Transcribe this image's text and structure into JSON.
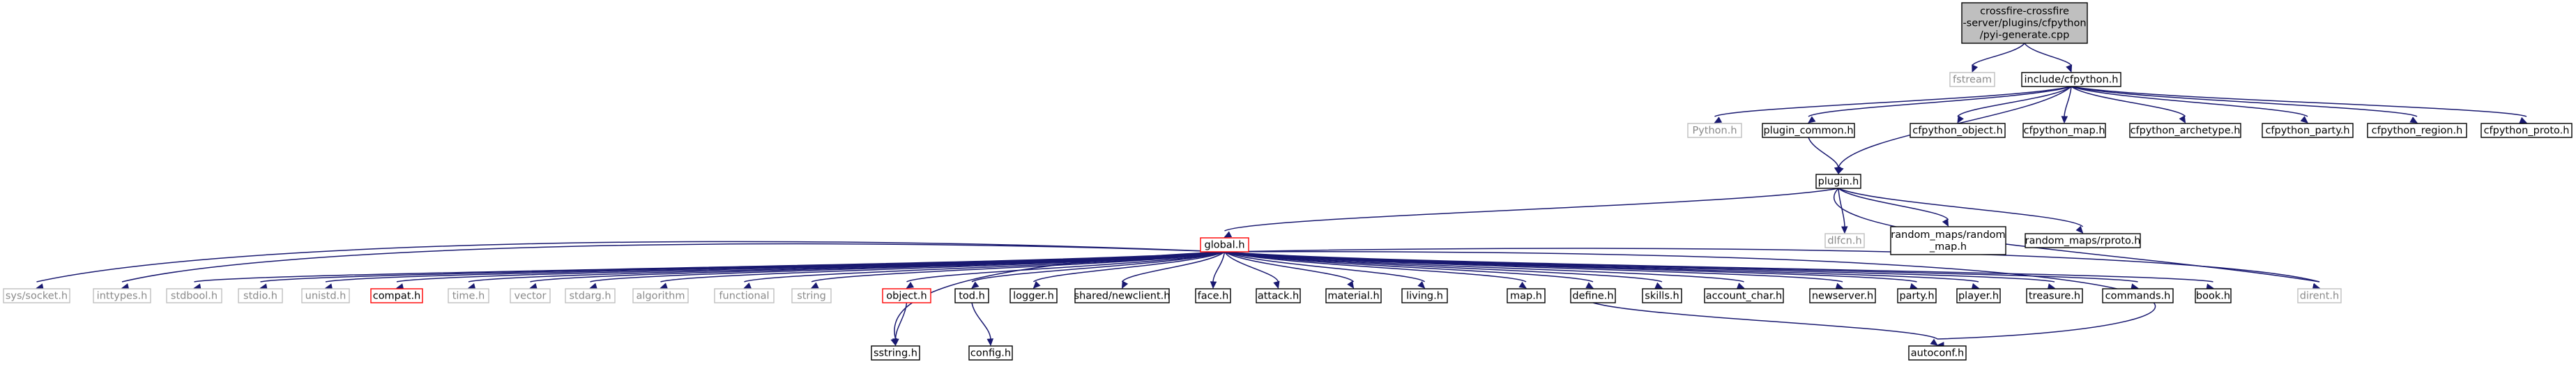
{
  "colors": {
    "edge": "#191970",
    "root_fill": "#bfbfbf",
    "grey_border": "#bfbfbf",
    "red_border": "#ff0000",
    "normal_border": "#000000"
  },
  "graph": {
    "nodes": [
      {
        "id": "root",
        "lines": [
          "crossfire-crossfire",
          "-server/plugins/cfpython",
          "/pyi-generate.cpp"
        ],
        "style": "root"
      },
      {
        "id": "fstream",
        "lines": [
          "fstream"
        ],
        "style": "grey"
      },
      {
        "id": "cfpython_h",
        "lines": [
          "include/cfpython.h"
        ],
        "style": "normal"
      },
      {
        "id": "python_h",
        "lines": [
          "Python.h"
        ],
        "style": "grey"
      },
      {
        "id": "plugin_common_h",
        "lines": [
          "plugin_common.h"
        ],
        "style": "normal"
      },
      {
        "id": "cfpython_object_h",
        "lines": [
          "cfpython_object.h"
        ],
        "style": "normal"
      },
      {
        "id": "cfpython_map_h",
        "lines": [
          "cfpython_map.h"
        ],
        "style": "normal"
      },
      {
        "id": "cfpython_archetype_h",
        "lines": [
          "cfpython_archetype.h"
        ],
        "style": "normal"
      },
      {
        "id": "cfpython_party_h",
        "lines": [
          "cfpython_party.h"
        ],
        "style": "normal"
      },
      {
        "id": "cfpython_region_h",
        "lines": [
          "cfpython_region.h"
        ],
        "style": "normal"
      },
      {
        "id": "cfpython_proto_h",
        "lines": [
          "cfpython_proto.h"
        ],
        "style": "normal"
      },
      {
        "id": "plugin_h",
        "lines": [
          "plugin.h"
        ],
        "style": "normal"
      },
      {
        "id": "global_h",
        "lines": [
          "global.h"
        ],
        "style": "red"
      },
      {
        "id": "dlfcn_h",
        "lines": [
          "dlfcn.h"
        ],
        "style": "grey"
      },
      {
        "id": "random_map_h",
        "lines": [
          "random_maps/random",
          "_map.h"
        ],
        "style": "normal"
      },
      {
        "id": "rproto_h",
        "lines": [
          "random_maps/rproto.h"
        ],
        "style": "normal"
      },
      {
        "id": "sys_socket_h",
        "lines": [
          "sys/socket.h"
        ],
        "style": "grey"
      },
      {
        "id": "inttypes_h",
        "lines": [
          "inttypes.h"
        ],
        "style": "grey"
      },
      {
        "id": "stdbool_h",
        "lines": [
          "stdbool.h"
        ],
        "style": "grey"
      },
      {
        "id": "stdio_h",
        "lines": [
          "stdio.h"
        ],
        "style": "grey"
      },
      {
        "id": "unistd_h",
        "lines": [
          "unistd.h"
        ],
        "style": "grey"
      },
      {
        "id": "compat_h",
        "lines": [
          "compat.h"
        ],
        "style": "red"
      },
      {
        "id": "time_h",
        "lines": [
          "time.h"
        ],
        "style": "grey"
      },
      {
        "id": "vector",
        "lines": [
          "vector"
        ],
        "style": "grey"
      },
      {
        "id": "stdarg_h",
        "lines": [
          "stdarg.h"
        ],
        "style": "grey"
      },
      {
        "id": "algorithm",
        "lines": [
          "algorithm"
        ],
        "style": "grey"
      },
      {
        "id": "functional",
        "lines": [
          "functional"
        ],
        "style": "grey"
      },
      {
        "id": "string",
        "lines": [
          "string"
        ],
        "style": "grey"
      },
      {
        "id": "object_h",
        "lines": [
          "object.h"
        ],
        "style": "red"
      },
      {
        "id": "tod_h",
        "lines": [
          "tod.h"
        ],
        "style": "normal"
      },
      {
        "id": "logger_h",
        "lines": [
          "logger.h"
        ],
        "style": "normal"
      },
      {
        "id": "shared_newclient_h",
        "lines": [
          "shared/newclient.h"
        ],
        "style": "normal"
      },
      {
        "id": "face_h",
        "lines": [
          "face.h"
        ],
        "style": "normal"
      },
      {
        "id": "attack_h",
        "lines": [
          "attack.h"
        ],
        "style": "normal"
      },
      {
        "id": "material_h",
        "lines": [
          "material.h"
        ],
        "style": "normal"
      },
      {
        "id": "living_h",
        "lines": [
          "living.h"
        ],
        "style": "normal"
      },
      {
        "id": "map_h",
        "lines": [
          "map.h"
        ],
        "style": "normal"
      },
      {
        "id": "define_h",
        "lines": [
          "define.h"
        ],
        "style": "normal"
      },
      {
        "id": "skills_h",
        "lines": [
          "skills.h"
        ],
        "style": "normal"
      },
      {
        "id": "account_char_h",
        "lines": [
          "account_char.h"
        ],
        "style": "normal"
      },
      {
        "id": "newserver_h",
        "lines": [
          "newserver.h"
        ],
        "style": "normal"
      },
      {
        "id": "party_h",
        "lines": [
          "party.h"
        ],
        "style": "normal"
      },
      {
        "id": "player_h",
        "lines": [
          "player.h"
        ],
        "style": "normal"
      },
      {
        "id": "treasure_h",
        "lines": [
          "treasure.h"
        ],
        "style": "normal"
      },
      {
        "id": "commands_h",
        "lines": [
          "commands.h"
        ],
        "style": "normal"
      },
      {
        "id": "book_h",
        "lines": [
          "book.h"
        ],
        "style": "normal"
      },
      {
        "id": "dirent_h",
        "lines": [
          "dirent.h"
        ],
        "style": "grey"
      },
      {
        "id": "sstring_h",
        "lines": [
          "sstring.h"
        ],
        "style": "normal"
      },
      {
        "id": "config_h",
        "lines": [
          "config.h"
        ],
        "style": "normal"
      },
      {
        "id": "autoconf_h",
        "lines": [
          "autoconf.h"
        ],
        "style": "normal"
      }
    ],
    "edges": [
      [
        "root",
        "fstream"
      ],
      [
        "root",
        "cfpython_h"
      ],
      [
        "cfpython_h",
        "python_h"
      ],
      [
        "cfpython_h",
        "plugin_common_h"
      ],
      [
        "cfpython_h",
        "plugin_h"
      ],
      [
        "cfpython_h",
        "cfpython_object_h"
      ],
      [
        "cfpython_h",
        "cfpython_map_h"
      ],
      [
        "cfpython_h",
        "cfpython_archetype_h"
      ],
      [
        "cfpython_h",
        "cfpython_party_h"
      ],
      [
        "cfpython_h",
        "cfpython_region_h"
      ],
      [
        "cfpython_h",
        "cfpython_proto_h"
      ],
      [
        "plugin_common_h",
        "plugin_h"
      ],
      [
        "plugin_h",
        "global_h"
      ],
      [
        "plugin_h",
        "dlfcn_h"
      ],
      [
        "plugin_h",
        "random_map_h"
      ],
      [
        "plugin_h",
        "rproto_h"
      ],
      [
        "plugin_h",
        "dirent_h"
      ],
      [
        "global_h",
        "sys_socket_h"
      ],
      [
        "global_h",
        "inttypes_h"
      ],
      [
        "global_h",
        "stdbool_h"
      ],
      [
        "global_h",
        "stdio_h"
      ],
      [
        "global_h",
        "unistd_h"
      ],
      [
        "global_h",
        "compat_h"
      ],
      [
        "global_h",
        "time_h"
      ],
      [
        "global_h",
        "vector"
      ],
      [
        "global_h",
        "stdarg_h"
      ],
      [
        "global_h",
        "algorithm"
      ],
      [
        "global_h",
        "functional"
      ],
      [
        "global_h",
        "string"
      ],
      [
        "global_h",
        "object_h"
      ],
      [
        "global_h",
        "sstring_h"
      ],
      [
        "global_h",
        "tod_h"
      ],
      [
        "global_h",
        "logger_h"
      ],
      [
        "global_h",
        "shared_newclient_h"
      ],
      [
        "global_h",
        "face_h"
      ],
      [
        "global_h",
        "attack_h"
      ],
      [
        "global_h",
        "material_h"
      ],
      [
        "global_h",
        "living_h"
      ],
      [
        "global_h",
        "map_h"
      ],
      [
        "global_h",
        "define_h"
      ],
      [
        "global_h",
        "skills_h"
      ],
      [
        "global_h",
        "account_char_h"
      ],
      [
        "global_h",
        "newserver_h"
      ],
      [
        "global_h",
        "party_h"
      ],
      [
        "global_h",
        "player_h"
      ],
      [
        "global_h",
        "treasure_h"
      ],
      [
        "global_h",
        "commands_h"
      ],
      [
        "global_h",
        "book_h"
      ],
      [
        "global_h",
        "dirent_h"
      ],
      [
        "global_h",
        "autoconf_h"
      ],
      [
        "object_h",
        "sstring_h"
      ],
      [
        "tod_h",
        "config_h"
      ],
      [
        "define_h",
        "autoconf_h"
      ]
    ]
  }
}
